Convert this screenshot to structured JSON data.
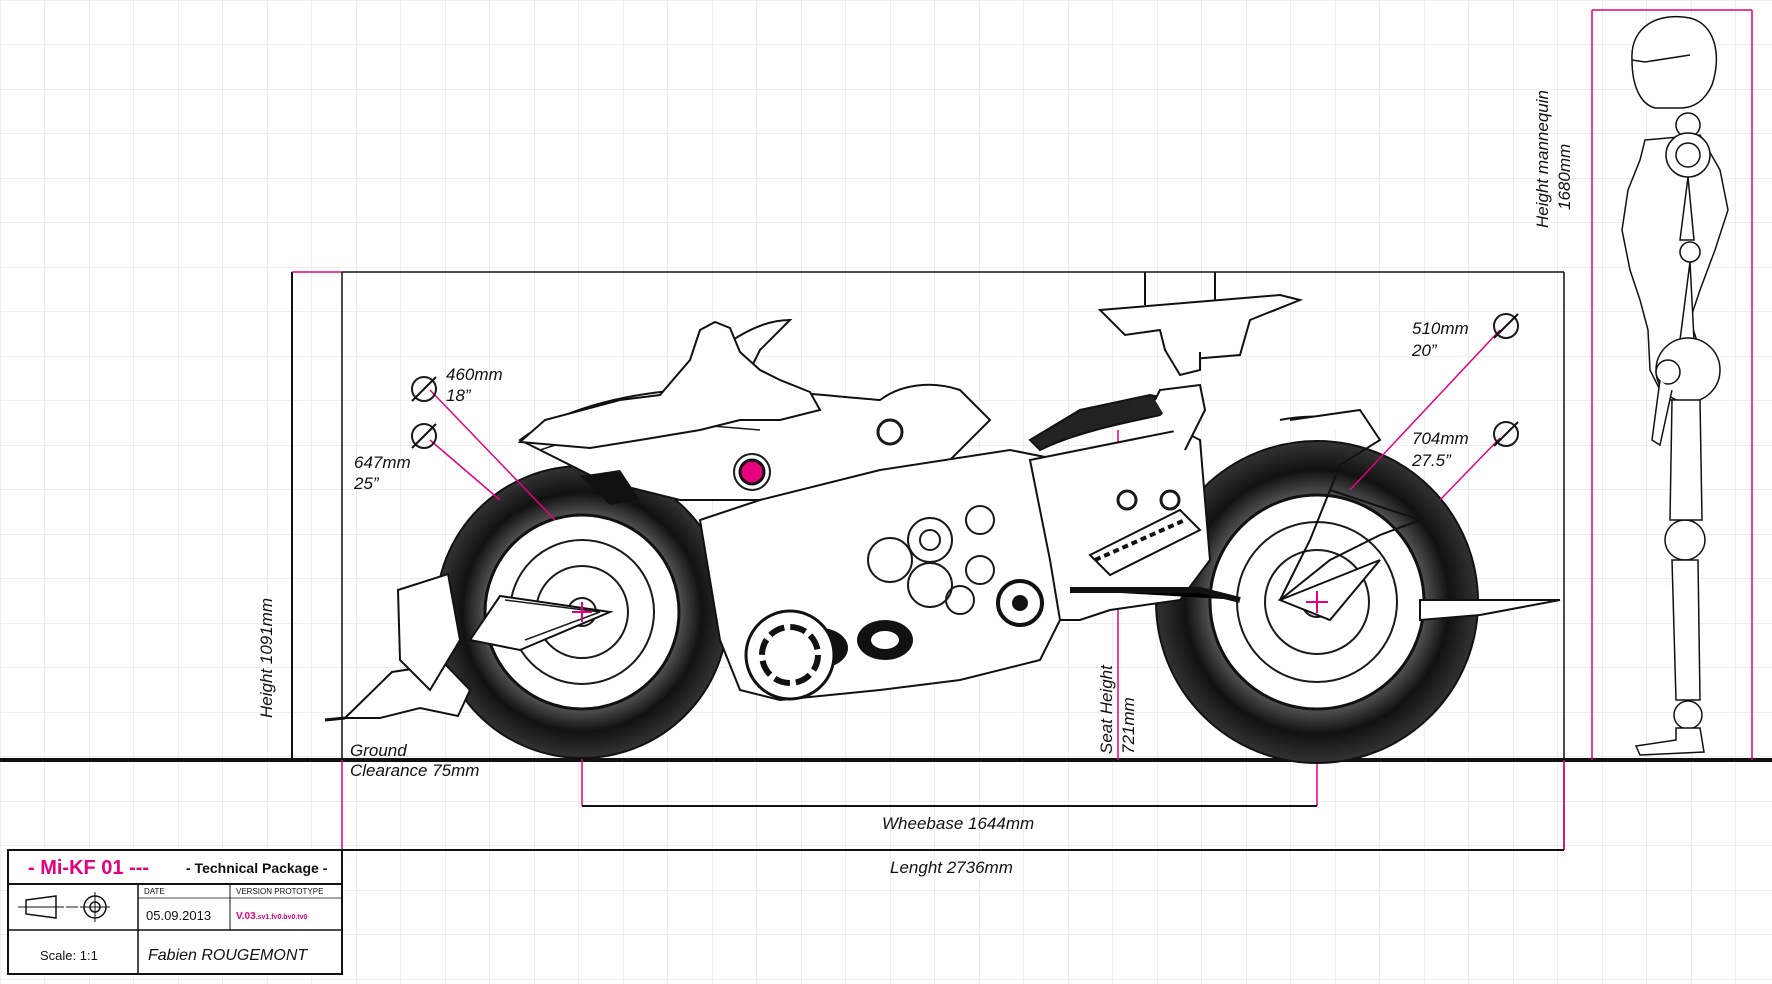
{
  "colors": {
    "accent": "#e6007e",
    "ink": "#1a1a1a",
    "grid": "#d9d9d9",
    "background": "#ffffff"
  },
  "dimensions": {
    "front_wheel_diameter": "460mm",
    "front_wheel_inch": "18”",
    "front_tire_diameter": "647mm",
    "front_tire_inch": "25”",
    "rear_wheel_diameter": "510mm",
    "rear_wheel_inch": "20”",
    "rear_tire_diameter": "704mm",
    "rear_tire_inch": "27.5”",
    "height_label": "Height 1091mm",
    "seat_height_line1": "Seat Height",
    "seat_height_line2": "721mm",
    "ground_clearance_line1": "Ground",
    "ground_clearance_line2": "Clearance 75mm",
    "wheelbase": "Wheebase 1644mm",
    "length": "Lenght 2736mm",
    "mannequin_line1": "Height mannequin",
    "mannequin_line2": "1680mm"
  },
  "title_block": {
    "project": "- Mi-KF 01 ---",
    "package": "- Technical Package -",
    "date_header": "DATE",
    "date_value": "05.09.2013",
    "version_header": "VERSION PROTOTYPE",
    "version_main": "V.03",
    "version_sub": ".sv1.fv0.bv0.tv0",
    "scale": "Scale: 1:1",
    "author": "Fabien ROUGEMONT",
    "projection_icon": "first-angle-projection-icon"
  }
}
